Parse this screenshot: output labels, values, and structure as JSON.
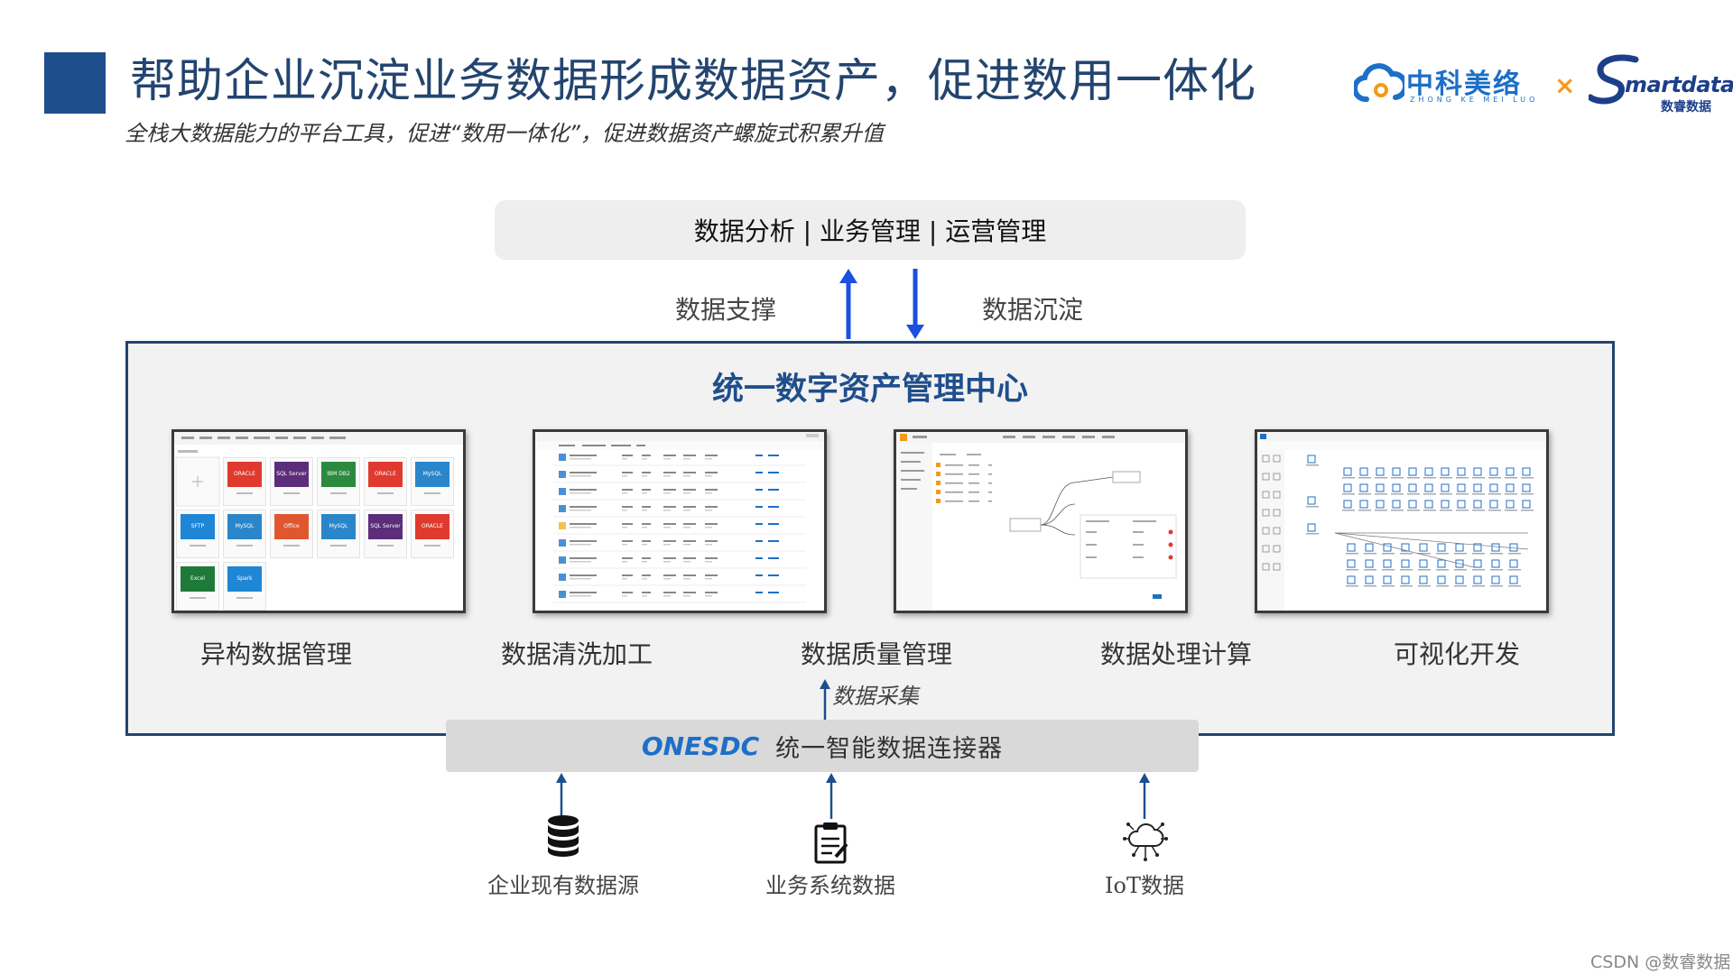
{
  "header": {
    "title": "帮助企业沉淀业务数据形成数据资产，促进数用一体化",
    "subtitle": "全栈大数据能力的平台工具，促进“数用一体化”，促进数据资产螺旋式积累升值"
  },
  "logos": {
    "partner_name": "中科美络",
    "partner_pinyin": "ZHONG KE MEI LUO",
    "times": "×",
    "brand_name": "martdata",
    "brand_cn": "数睿数据"
  },
  "top_box": {
    "label": "数据分析 | 业务管理 | 运营管理"
  },
  "flows": {
    "support": "数据支撑",
    "settle": "数据沉淀",
    "collect": "数据采集"
  },
  "center": {
    "title": "统一数字资产管理中心",
    "modules": [
      {
        "label": "异构数据管理"
      },
      {
        "label": "数据清洗加工"
      },
      {
        "label": "数据质量管理"
      },
      {
        "label": "数据处理计算"
      },
      {
        "label": "可视化开发"
      }
    ]
  },
  "connector": {
    "brand": "ONESDC",
    "name": "统一智能数据连接器"
  },
  "sources": [
    {
      "label": "企业现有数据源",
      "icon": "database-icon"
    },
    {
      "label": "业务系统数据",
      "icon": "clipboard-icon"
    },
    {
      "label": "IoT数据",
      "icon": "iot-cloud-icon"
    }
  ],
  "tiles": [
    {
      "label": "ORACLE",
      "color": "#e03a2f"
    },
    {
      "label": "SQL Server",
      "color": "#5c2d7a"
    },
    {
      "label": "IBM DB2",
      "color": "#2b8a3e"
    },
    {
      "label": "ORACLE",
      "color": "#e03a2f"
    },
    {
      "label": "MySQL",
      "color": "#2a86c9"
    },
    {
      "label": "SFTP",
      "color": "#1f86d6"
    },
    {
      "label": "MySQL",
      "color": "#2a86c9"
    },
    {
      "label": "Office",
      "color": "#e0572f"
    },
    {
      "label": "MySQL",
      "color": "#2a86c9"
    },
    {
      "label": "SQL Server",
      "color": "#5c2d7a"
    },
    {
      "label": "ORACLE",
      "color": "#e03a2f"
    },
    {
      "label": "Excel",
      "color": "#1f7a3a"
    },
    {
      "label": "Spark",
      "color": "#1f86d6"
    }
  ],
  "watermark": "CSDN @数睿数据",
  "colors": {
    "primary": "#1f4e8c",
    "accent": "#1d6fc8",
    "arrow": "#1a4fe0"
  }
}
